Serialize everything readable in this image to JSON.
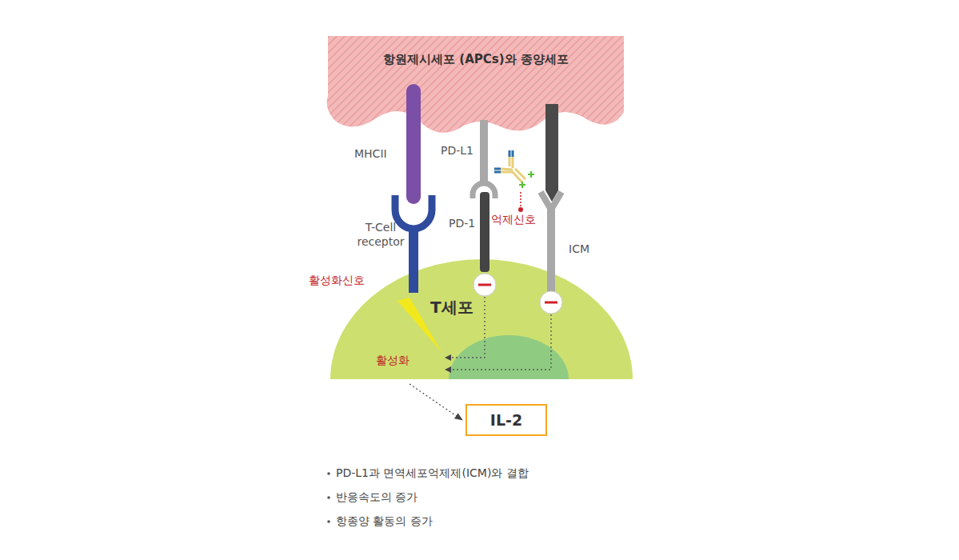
{
  "diagram": {
    "nodes": [
      {
        "text": [
          "항원제시세포 (APCs)와 종양세포"
        ]
      },
      {
        "text": [
          "T세포"
        ]
      },
      {
        "text": [
          "IL-2"
        ]
      }
    ],
    "edges": [
      {
        "from": 1,
        "to": 2,
        "arrow": "to"
      }
    ],
    "labels": [
      "MHCII",
      "PD-L1",
      "T-Cell receptor",
      "PD-1",
      "억제신호",
      "ICM",
      "활성화신호",
      "활성화",
      "PD-L1과 면역세포억제제(ICM)와 결합",
      "반응속도의 증가",
      "항종양 활동의 증가"
    ]
  }
}
